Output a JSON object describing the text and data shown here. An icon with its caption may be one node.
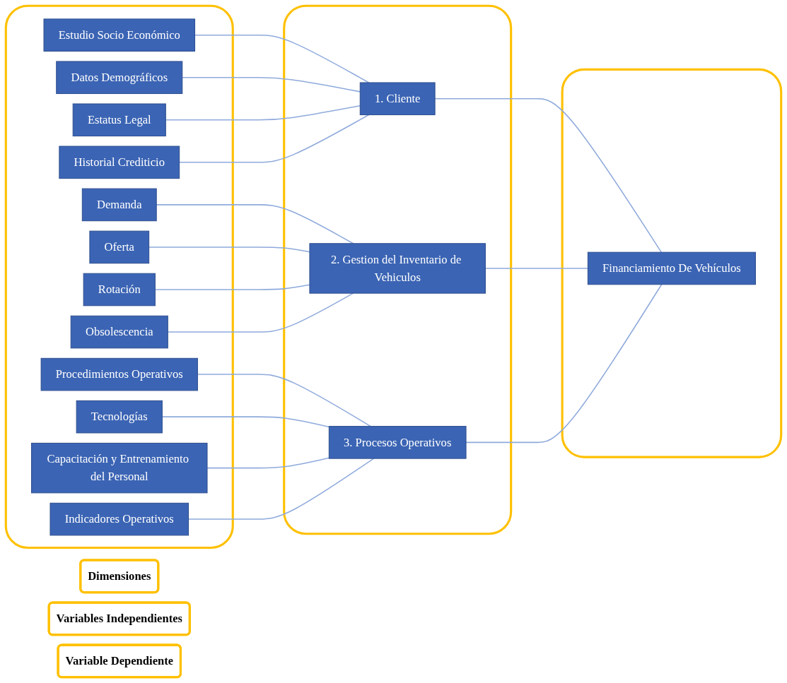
{
  "diagram": {
    "nodes": [
      {
        "text": [
          "Dimensiones"
        ]
      },
      {
        "text": [
          "Variables Independientes"
        ]
      },
      {
        "text": [
          "Variable Dependiente"
        ]
      },
      {
        "text": [],
        "shape": "box"
      },
      {
        "text": [
          "Estudio Socio Económico"
        ],
        "in": 3
      },
      {
        "text": [
          "Datos Demográficos"
        ],
        "in": 3
      },
      {
        "text": [
          "Estatus Legal"
        ],
        "in": 3
      },
      {
        "text": [
          "Historial Crediticio"
        ],
        "in": 3
      },
      {
        "text": [
          "Demanda"
        ],
        "in": 3
      },
      {
        "text": [
          "Oferta"
        ],
        "in": 3
      },
      {
        "text": [
          "Rotación"
        ],
        "in": 3
      },
      {
        "text": [
          "Obsolescencia"
        ],
        "in": 3
      },
      {
        "text": [
          "Procedimientos Operativos"
        ],
        "in": 3
      },
      {
        "text": [
          "Tecnologías"
        ],
        "in": 3
      },
      {
        "text": [
          "Capacitación y Entrenamiento del Personal"
        ],
        "in": 3
      },
      {
        "text": [
          "Indicadores Operativos"
        ],
        "in": 3
      },
      {
        "text": [],
        "shape": "box"
      },
      {
        "text": [
          "1. Cliente"
        ],
        "in": 16
      },
      {
        "text": [
          "2. Gestion del Inventario de Vehiculos"
        ],
        "in": 16
      },
      {
        "text": [
          "3. Procesos Operativos"
        ],
        "in": 16
      },
      {
        "text": [],
        "shape": "box"
      },
      {
        "text": [
          "Financiamiento De Vehículos"
        ],
        "in": 20
      }
    ],
    "edges": [
      {
        "from": 4,
        "to": 17,
        "arrow": "none"
      },
      {
        "from": 5,
        "to": 17,
        "arrow": "none"
      },
      {
        "from": 6,
        "to": 17,
        "arrow": "none"
      },
      {
        "from": 7,
        "to": 17,
        "arrow": "none"
      },
      {
        "from": 8,
        "to": 18,
        "arrow": "none"
      },
      {
        "from": 9,
        "to": 18,
        "arrow": "none"
      },
      {
        "from": 10,
        "to": 18,
        "arrow": "none"
      },
      {
        "from": 11,
        "to": 18,
        "arrow": "none"
      },
      {
        "from": 12,
        "to": 19,
        "arrow": "none"
      },
      {
        "from": 13,
        "to": 19,
        "arrow": "none"
      },
      {
        "from": 14,
        "to": 19,
        "arrow": "none"
      },
      {
        "from": 15,
        "to": 19,
        "arrow": "none"
      },
      {
        "from": 17,
        "to": 21,
        "arrow": "none"
      },
      {
        "from": 18,
        "to": 21,
        "arrow": "none"
      },
      {
        "from": 19,
        "to": 21,
        "arrow": "none"
      }
    ]
  }
}
